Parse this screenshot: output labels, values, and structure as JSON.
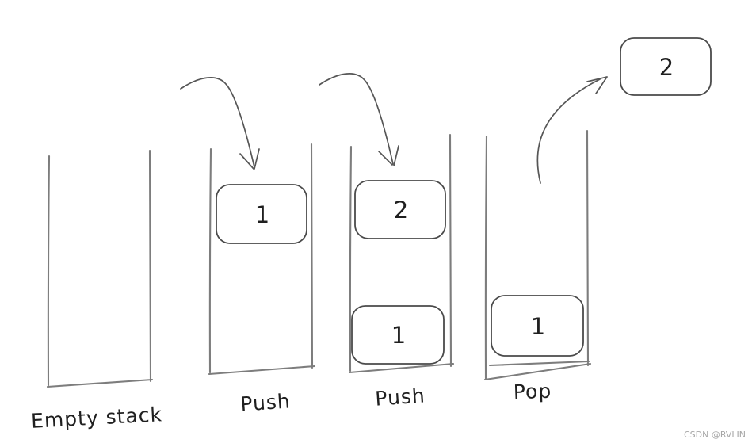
{
  "colors": {
    "background": "#ffffff",
    "wall": "#7d7d7d",
    "box": "#4a4a4a",
    "arrow": "#565656",
    "text": "#1f1f1f",
    "watermark": "#a6a6a6"
  },
  "diagram": {
    "description": "Hand-drawn stack data structure operations",
    "stacks": [
      {
        "label": "Empty stack",
        "items": []
      },
      {
        "label": "Push",
        "items": [
          {
            "value": "1"
          }
        ]
      },
      {
        "label": "Push",
        "items": [
          {
            "value": "2"
          },
          {
            "value": "1"
          }
        ]
      },
      {
        "label": "Pop",
        "items": [
          {
            "value": "1"
          }
        ]
      }
    ],
    "popped_box": {
      "value": "2"
    },
    "arrows": [
      {
        "name": "push-arrow-1",
        "direction": "down-into-stack-2"
      },
      {
        "name": "push-arrow-2",
        "direction": "down-into-stack-3"
      },
      {
        "name": "pop-arrow",
        "direction": "up-out-of-stack-4"
      }
    ]
  },
  "watermark": {
    "text": "CSDN @RVLIN"
  }
}
